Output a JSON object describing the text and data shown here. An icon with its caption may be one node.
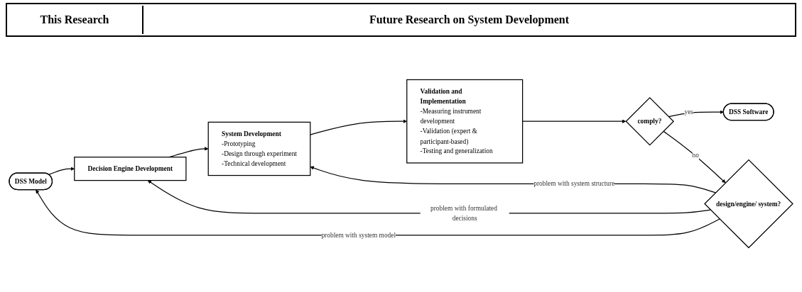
{
  "diagram": {
    "nodes": [
      {
        "text": [
          "DSS Model"
        ]
      },
      {
        "text": [
          "Decision Engine Development"
        ]
      },
      {
        "text": [
          "System Development",
          "-Prototyping",
          "-Design through experiment",
          "-Technical development"
        ]
      },
      {
        "text": [
          "Validation and Implementation",
          "-Measuring instrument development",
          "-Validation (expert & participant-based)",
          "-Testing and generalization"
        ]
      },
      {
        "text": [
          "comply?"
        ]
      },
      {
        "text": [
          "DSS Software"
        ]
      },
      {
        "text": [
          "design/engine/ system?"
        ]
      }
    ],
    "edges": [
      {
        "from": 0,
        "to": 1,
        "arrow": "to"
      },
      {
        "from": 1,
        "to": 2,
        "arrow": "to"
      },
      {
        "from": 2,
        "to": 3,
        "arrow": "to"
      },
      {
        "from": 3,
        "to": 4,
        "arrow": "to"
      },
      {
        "from": 4,
        "to": 5,
        "arrow": "to",
        "label": "yes"
      },
      {
        "from": 4,
        "to": 6,
        "arrow": "to",
        "label": "no"
      },
      {
        "from": 6,
        "to": 2,
        "arrow": "to",
        "label": "problem with system structure"
      },
      {
        "from": 6,
        "to": 1,
        "arrow": "to",
        "label": "problem with formulated decisions"
      },
      {
        "from": 6,
        "to": 0,
        "arrow": "to",
        "label": "problem with system model"
      }
    ],
    "labels": [
      "This Research",
      "Future Research on System Development"
    ]
  }
}
